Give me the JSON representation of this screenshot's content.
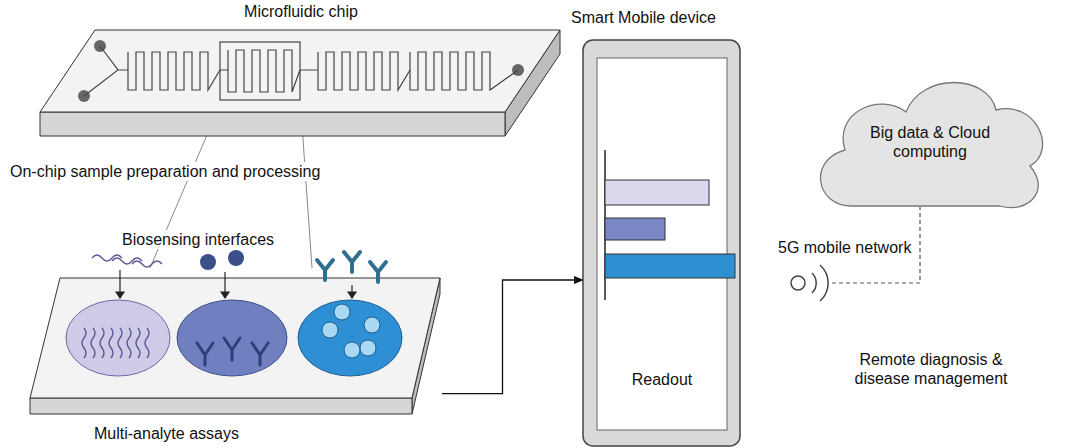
{
  "diagram": {
    "nodes": [
      {
        "text": [
          "Microfluidic chip",
          "On-chip sample preparation and processing"
        ]
      },
      {
        "text": [
          "Biosensing interfaces",
          "Multi-analyte assays"
        ]
      },
      {
        "text": [
          "Smart Mobile device",
          "Readout"
        ]
      },
      {
        "text": [
          "Big data & Cloud computing"
        ]
      }
    ],
    "edges": [
      {
        "from": 1,
        "to": 2,
        "arrow": "to"
      }
    ],
    "labels": [
      "5G mobile network",
      "Remote diagnosis & disease management"
    ]
  }
}
